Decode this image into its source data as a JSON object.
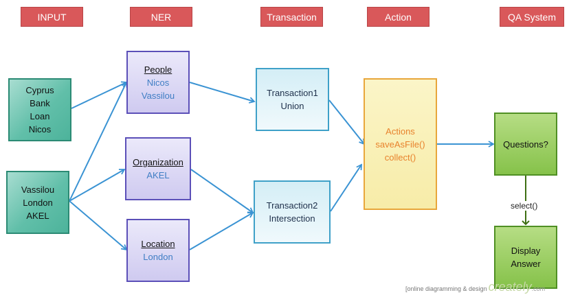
{
  "headers": {
    "input": "INPUT",
    "ner": "NER",
    "transaction": "Transaction",
    "action": "Action",
    "qa": "QA System"
  },
  "inputs": {
    "box1": [
      "Cyprus",
      "Bank",
      "Loan",
      "Nicos"
    ],
    "box2": [
      "Vassilou",
      "London",
      "AKEL"
    ]
  },
  "ner": {
    "people": {
      "title": "People",
      "values": [
        "Nicos",
        "Vassilou"
      ]
    },
    "organization": {
      "title": "Organization",
      "values": [
        "AKEL"
      ]
    },
    "location": {
      "title": "Location",
      "values": [
        "London"
      ]
    }
  },
  "transactions": {
    "t1": [
      "Transaction1",
      "Union"
    ],
    "t2": [
      "Transaction2",
      "Intersection"
    ]
  },
  "action": [
    "Actions",
    "saveAsFile()",
    "collect()"
  ],
  "qa": {
    "questions": "Questions?",
    "edge_label": "select()",
    "answer": [
      "Display",
      "Answer"
    ]
  },
  "watermark": {
    "text": "[online diagramming & design",
    "brand": "creately",
    "domain": ".com"
  }
}
